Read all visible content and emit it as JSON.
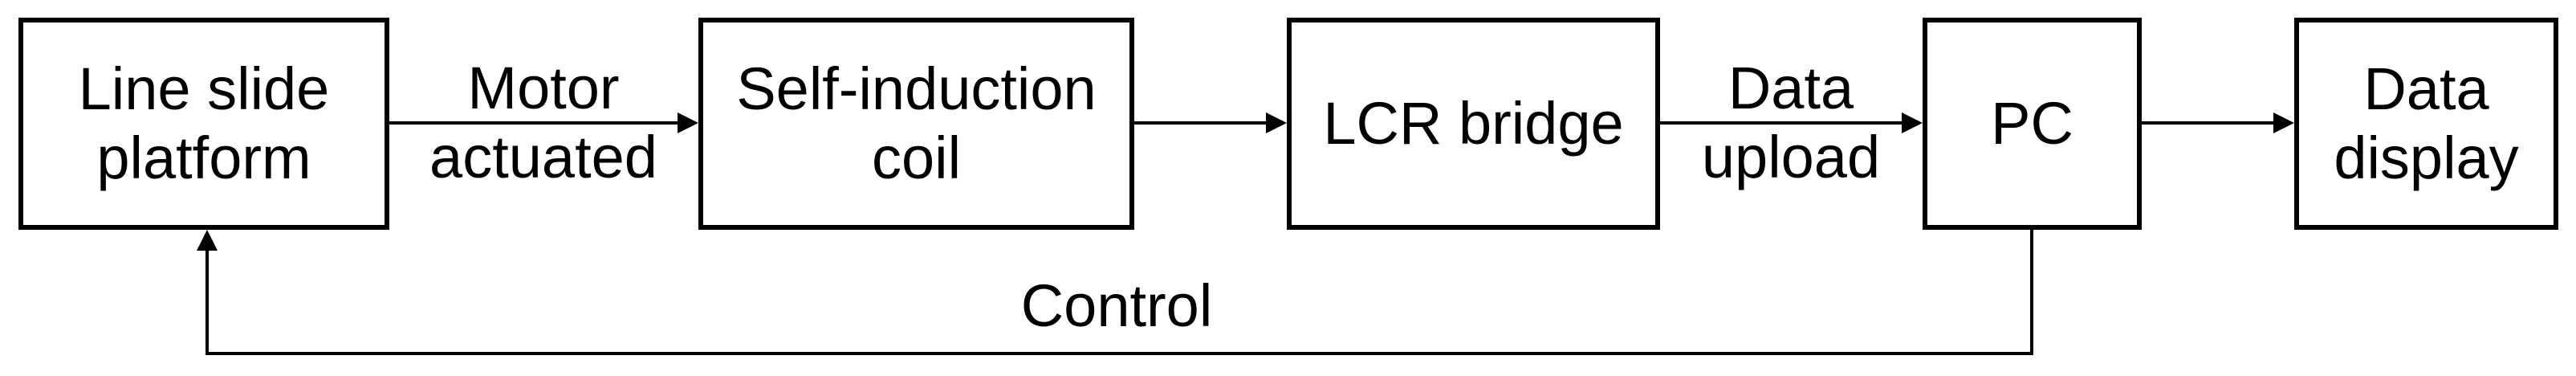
{
  "diagram": {
    "colors": {
      "stroke": "#000000",
      "background": "#ffffff",
      "text": "#000000"
    },
    "boxes": {
      "platform": {
        "line1": "Line slide",
        "line2": "platform"
      },
      "coil": {
        "line1": "Self-induction",
        "line2": "coil"
      },
      "lcr": {
        "line1": "LCR bridge"
      },
      "pc": {
        "line1": "PC"
      },
      "display": {
        "line1": "Data",
        "line2": "display"
      }
    },
    "arrows": {
      "motor": {
        "line1": "Motor",
        "line2": "actuated"
      },
      "upload": {
        "line1": "Data",
        "line2": "upload"
      },
      "control": {
        "line1": "Control"
      }
    }
  }
}
